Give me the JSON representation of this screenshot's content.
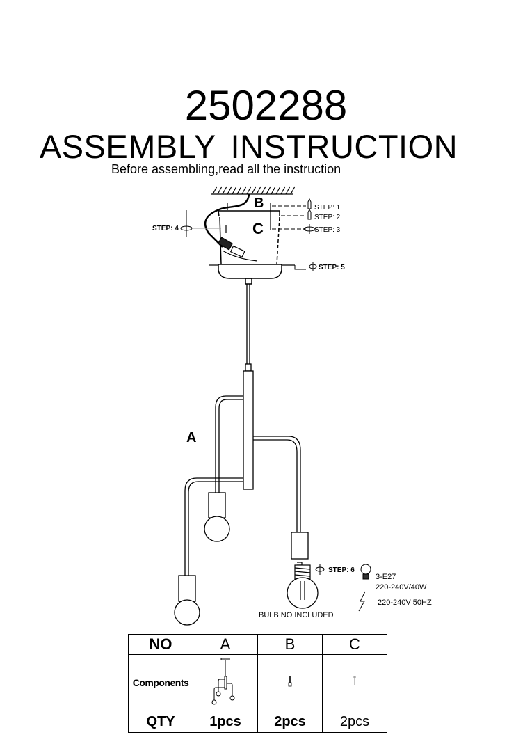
{
  "header": {
    "model_number": "2502288",
    "title": "ASSEMBLY  INSTRUCTION",
    "subtitle": "Before assembling,read all the instruction"
  },
  "diagram": {
    "part_labels": {
      "a": "A",
      "b": "B",
      "c": "C"
    },
    "steps": {
      "step1": "STEP: 1",
      "step2": "STEP: 2",
      "step3": "STEP: 3",
      "step4": "STEP: 4",
      "step5": "STEP: 5",
      "step6": "STEP: 6"
    },
    "bulb_spec": {
      "socket": "3-E27",
      "rating": "220-240V/40W"
    },
    "power_spec": "220-240V 50HZ",
    "bulb_note": "BULB NO INCLUDED",
    "icons": [
      "ceiling-hatch-icon",
      "screw-icon",
      "wall-plug-icon",
      "screwdriver-icon",
      "bulb-icon",
      "lightning-icon"
    ]
  },
  "parts_table": {
    "headers": [
      "NO",
      "A",
      "B",
      "C"
    ],
    "components_label": "Components",
    "qty_label": "QTY",
    "quantities": [
      "1pcs",
      "2pcs",
      "2pcs"
    ]
  }
}
